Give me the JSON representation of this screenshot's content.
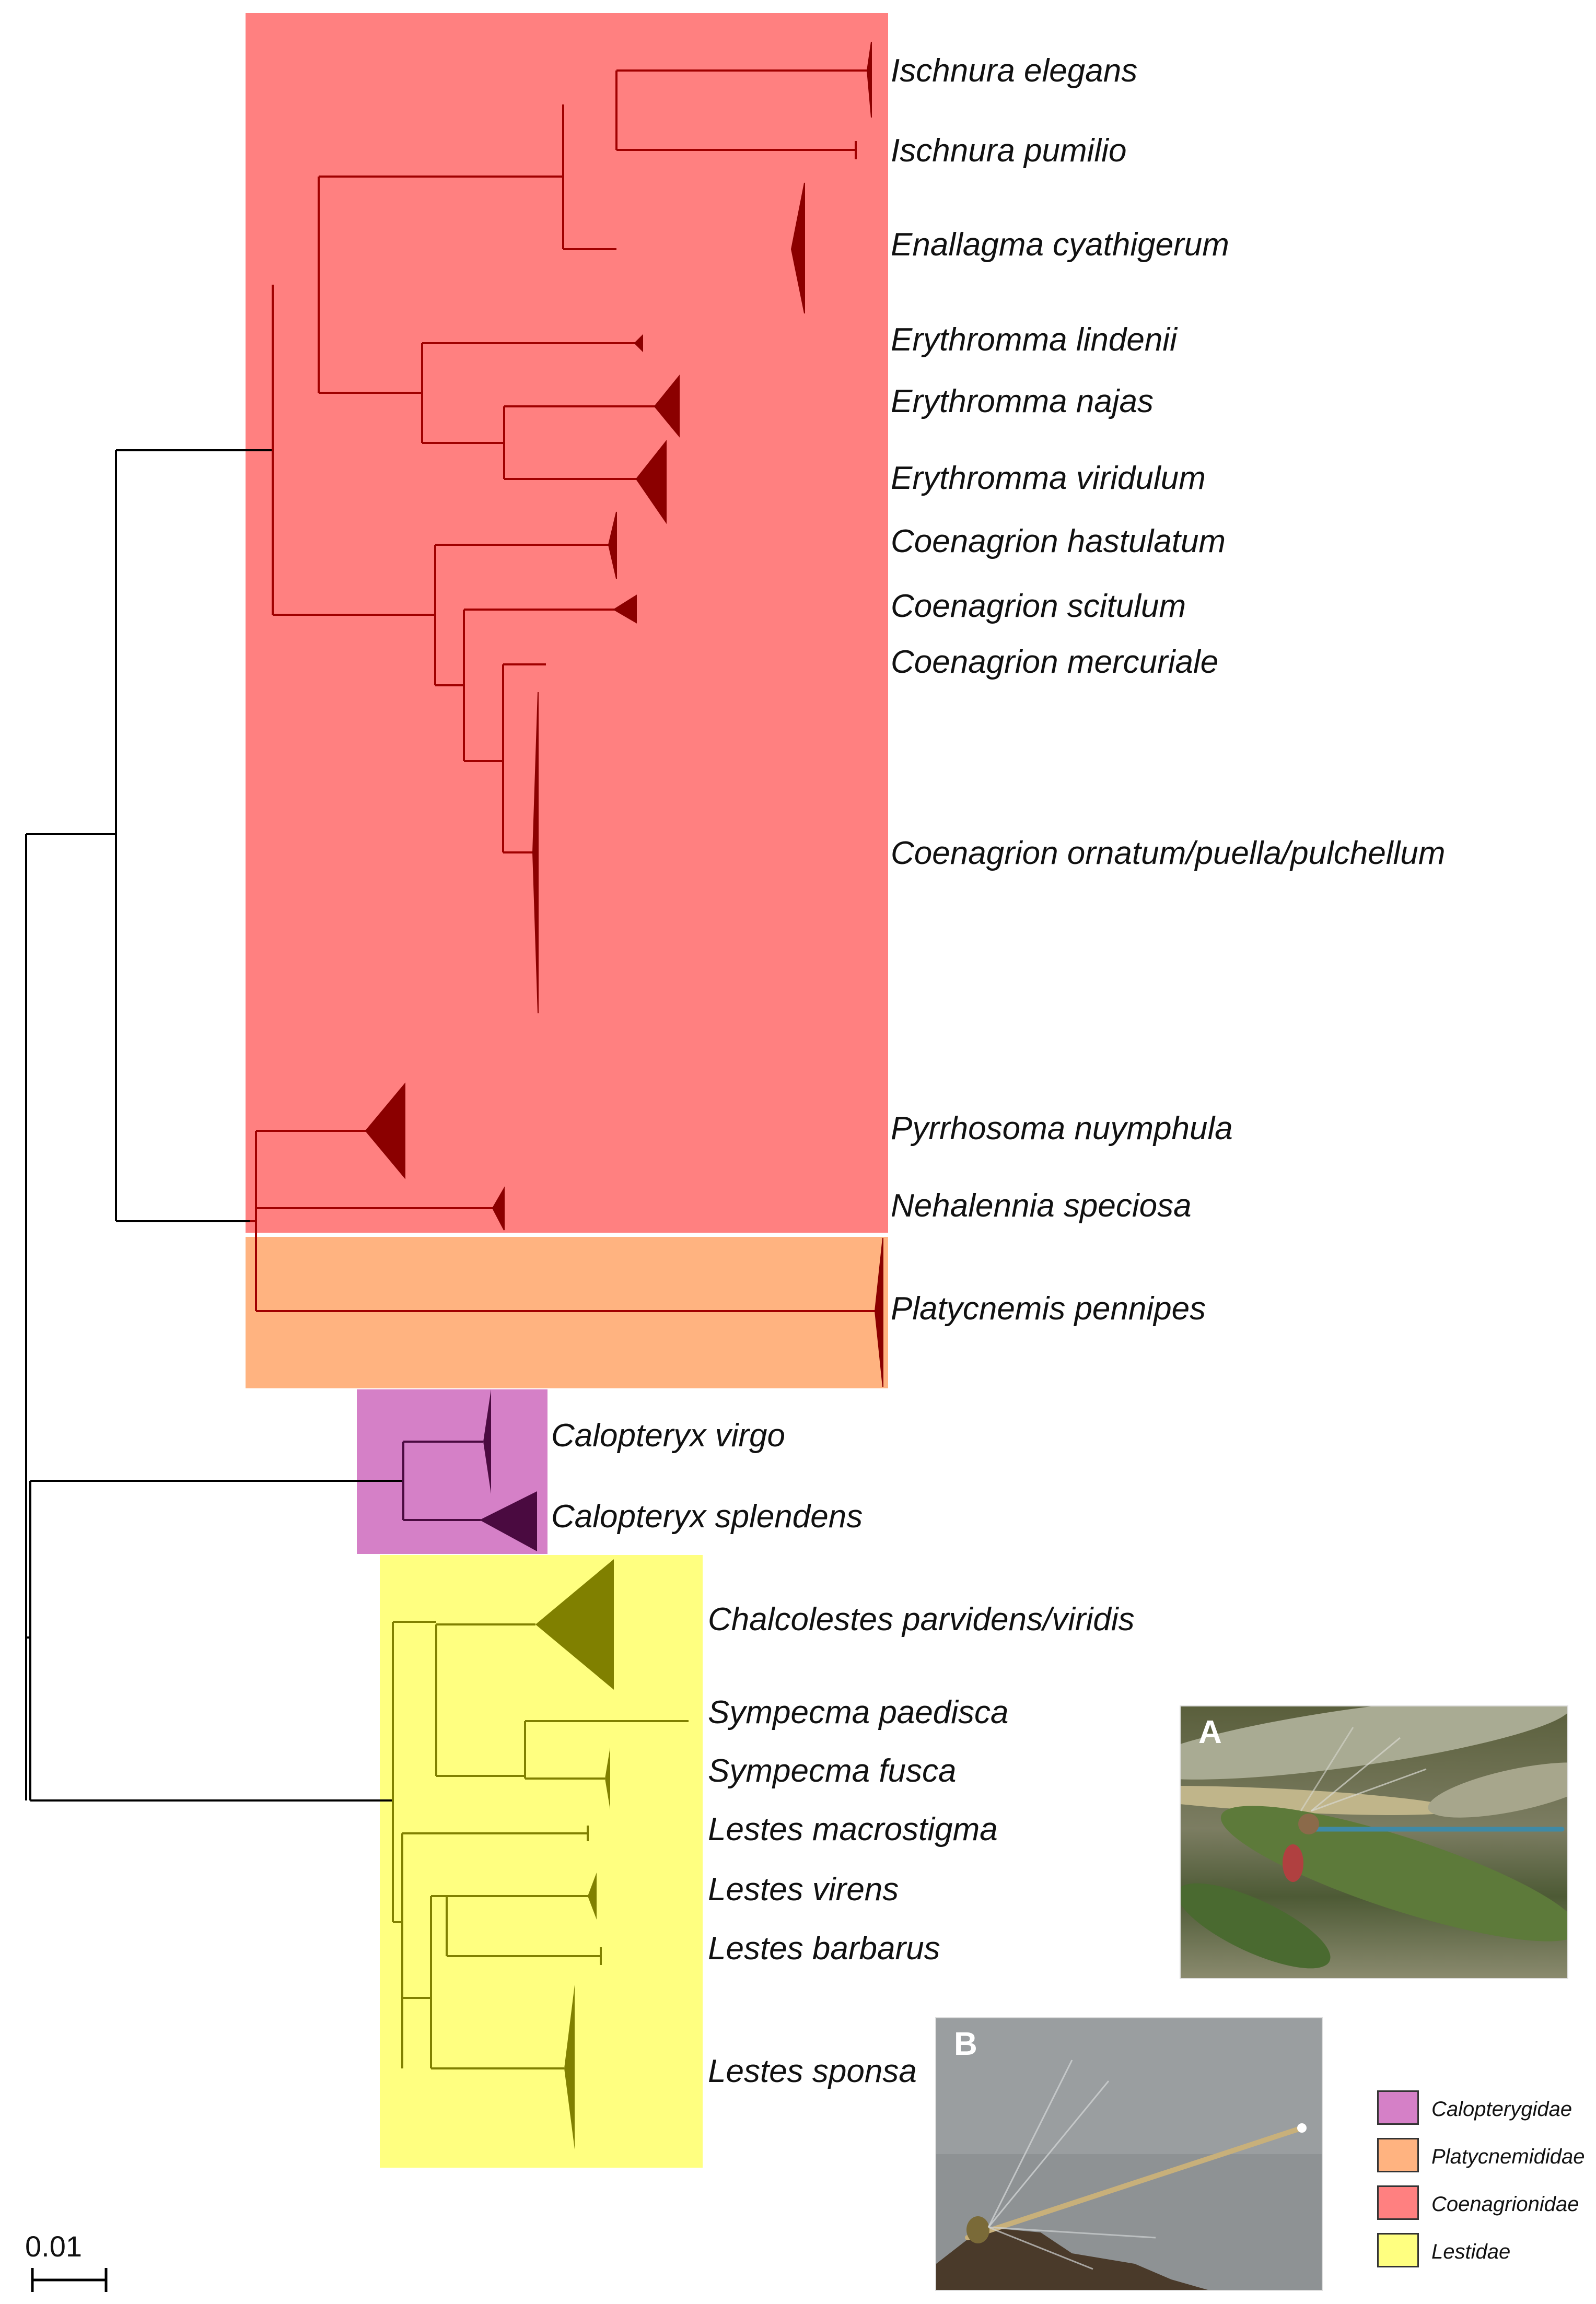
{
  "colors": {
    "coenagrionidae": "#ff8080",
    "platycnemididae": "#ffb380",
    "calopterygidae": "#d580c7",
    "lestidae": "#ffff80",
    "branch_dark_red": "#a00000",
    "clade_dark_red": "#8b0000",
    "branch_black": "#000000",
    "clade_purple": "#4a0a40",
    "clade_olive": "#808000",
    "branch_olive": "#808000"
  },
  "taxa": [
    "Ischnura elegans",
    "Ischnura pumilio",
    "Enallagma cyathigerum",
    "Erythromma lindenii",
    "Erythromma najas",
    "Erythromma viridulum",
    "Coenagrion hastulatum",
    "Coenagrion scitulum",
    "Coenagrion mercuriale",
    "Coenagrion ornatum/puella/pulchellum",
    "Pyrrhosoma nuymphula",
    "Nehalennia speciosa",
    "Platycnemis pennipes",
    "Calopteryx virgo",
    "Calopteryx splendens",
    "Chalcolestes parvidens/viridis",
    "Sympecma paedisca",
    "Sympecma fusca",
    "Lestes macrostigma",
    "Lestes virens",
    "Lestes barbarus",
    "Lestes sponsa"
  ],
  "photos": {
    "a_label": "A",
    "b_label": "B"
  },
  "legend": [
    {
      "label": "Calopterygidae",
      "color": "#d580c7"
    },
    {
      "label": "Platycnemididae",
      "color": "#ffb380"
    },
    {
      "label": "Coenagrionidae",
      "color": "#ff8080"
    },
    {
      "label": "Lestidae",
      "color": "#ffff80"
    }
  ],
  "scale_bar": {
    "label": "0.01"
  }
}
